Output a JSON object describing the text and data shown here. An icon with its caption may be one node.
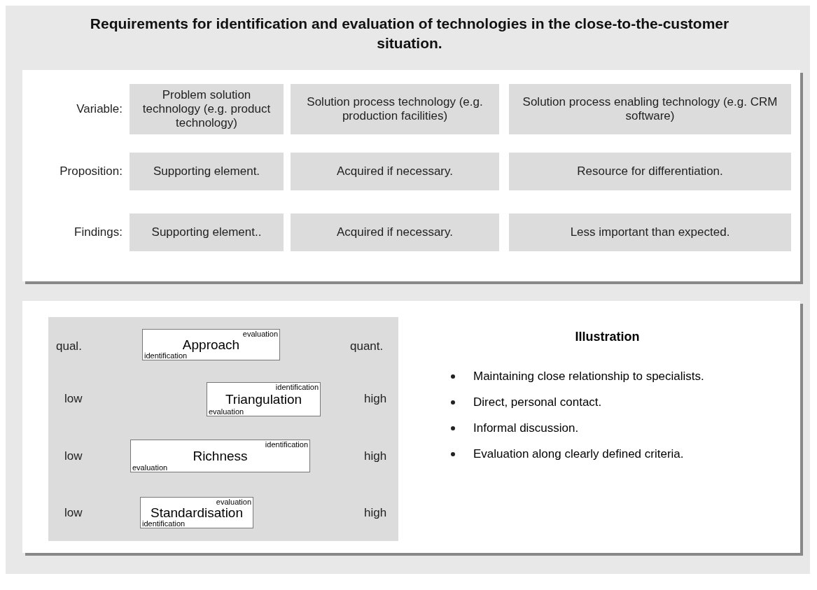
{
  "diagram": {
    "title": "Requirements for identification and evaluation of technologies in the close-to-the-customer situation.",
    "nodes": [
      {
        "text": [
          "evaluation",
          "Approach",
          "identification"
        ]
      },
      {
        "text": [
          "identification",
          "Triangulation",
          "evaluation"
        ]
      },
      {
        "text": [
          "identification",
          "Richness",
          "evaluation"
        ]
      },
      {
        "text": [
          "evaluation",
          "Standardisation",
          "identification"
        ]
      },
      {
        "text": [
          "Illustration",
          "Maintaining close relationship to specialists.",
          "Direct, personal contact.",
          "Informal discussion.",
          "Evaluation along clearly defined criteria."
        ]
      }
    ],
    "labels": [
      "Variable:",
      "Problem solution technology (e.g. product technology)",
      "Solution process technology (e.g. production facilities)",
      "Solution process enabling technology (e.g. CRM software)",
      "Proposition:",
      "Supporting element.",
      "Acquired if necessary.",
      "Resource for differentiation.",
      "Findings:",
      "Supporting element..",
      "Acquired if necessary.",
      "Less important than expected.",
      "qual.",
      "quant.",
      "low",
      "high",
      "low",
      "high",
      "low",
      "high"
    ]
  }
}
